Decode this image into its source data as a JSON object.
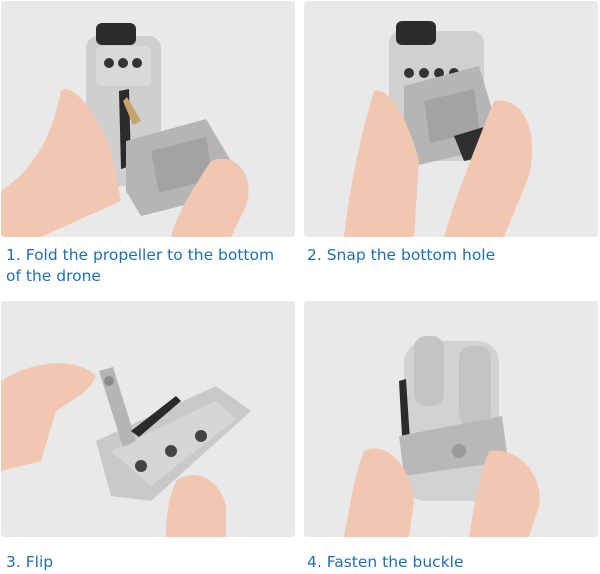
{
  "steps": [
    {
      "caption": "1. Fold the propeller to the bottom of the drone",
      "icon": "fold-propeller-photo"
    },
    {
      "caption": "2. Snap the bottom hole",
      "icon": "snap-bottom-hole-photo"
    },
    {
      "caption": "3. Flip",
      "icon": "flip-photo"
    },
    {
      "caption": "4. Fasten the buckle",
      "icon": "fasten-buckle-photo"
    }
  ],
  "colors": {
    "caption_text": "#1f6fb2",
    "panel_background": "#e9e9e9",
    "drone_gray": "#bfbfbf",
    "skin": "#f2c7b1"
  }
}
